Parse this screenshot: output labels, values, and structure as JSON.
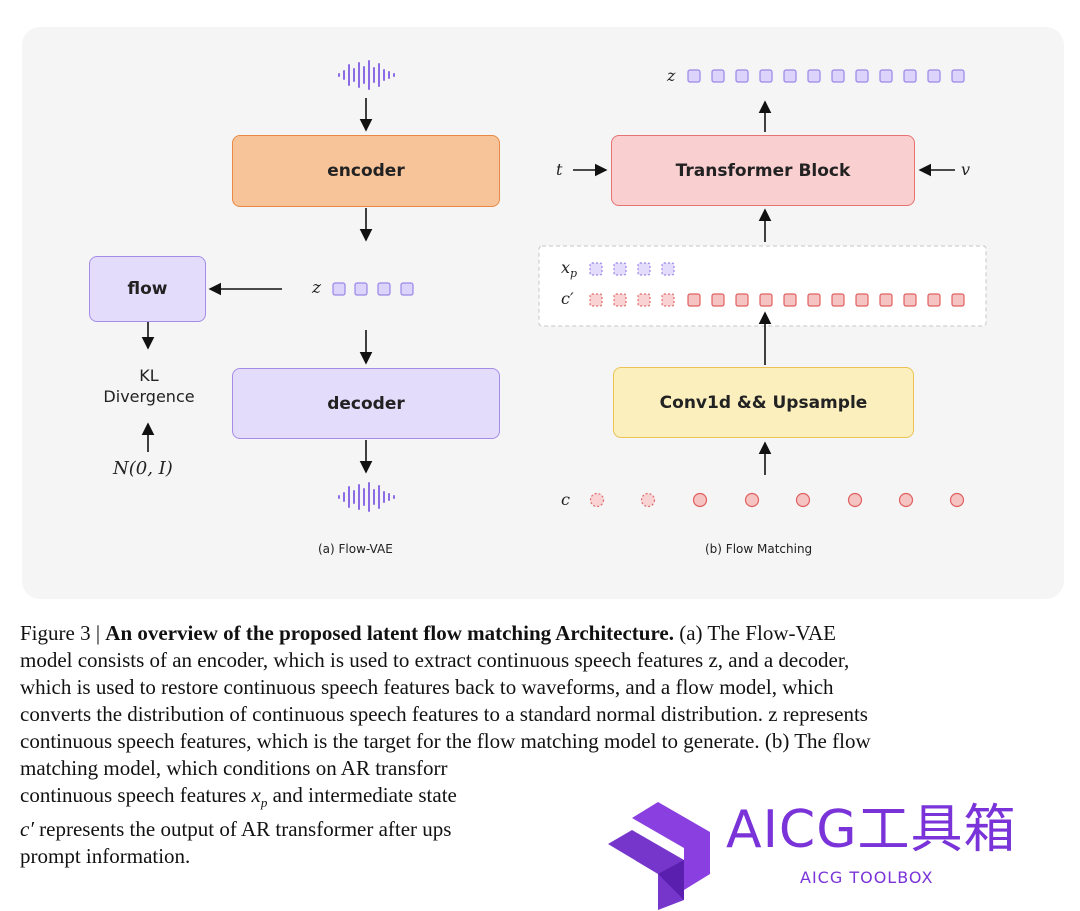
{
  "figure": {
    "flow_vae": {
      "encoder_label": "encoder",
      "decoder_label": "decoder",
      "flow_label": "flow",
      "kl_line1": "KL",
      "kl_line2": "Divergence",
      "prior_label": "N(0, I)",
      "z_label": "z",
      "subcaption": "(a) Flow-VAE"
    },
    "flow_matching": {
      "transformer_label": "Transformer Block",
      "conv_label": "Conv1d && Upsample",
      "z_label": "z",
      "t_label": "t",
      "v_label": "v",
      "xp_label": "x",
      "xp_sub": "p",
      "cprime_label": "c′",
      "c_label": "c",
      "subcaption": "(b) Flow Matching"
    }
  },
  "caption": {
    "prefix": "Figure 3 | ",
    "title": "An overview of the proposed latent flow matching Architecture.",
    "line1_rest": " (a) The Flow-VAE",
    "line2": "model consists of an encoder, which is used to extract continuous speech features z, and a decoder,",
    "line3": "which is used to restore continuous speech features back to waveforms, and a flow model, which",
    "line4": "converts the distribution of continuous speech features to a standard normal distribution. z represents",
    "line5": "continuous speech features, which is the target for the flow matching model to generate. (b) The flow",
    "line6": "matching model, which conditions on AR transforr",
    "line7a": "continuous speech features ",
    "line7b": " and intermediate state",
    "line8a": "",
    "line8b": " represents the output of AR transformer after ups",
    "line9": "prompt information."
  },
  "watermark": {
    "main": "AICG工具箱",
    "sub": "AICG TOOLBOX"
  },
  "colors": {
    "encoder_fill": "#f7c49a",
    "encoder_border": "#e88a45",
    "decoder_fill": "#e4dcfb",
    "decoder_border": "#a48de8",
    "transformer_fill": "#f9cfd0",
    "transformer_border": "#e77272",
    "conv_fill": "#fbefbe",
    "conv_border": "#ebc354",
    "wave": "#8c6ce6",
    "logo": "#7a33d8"
  }
}
